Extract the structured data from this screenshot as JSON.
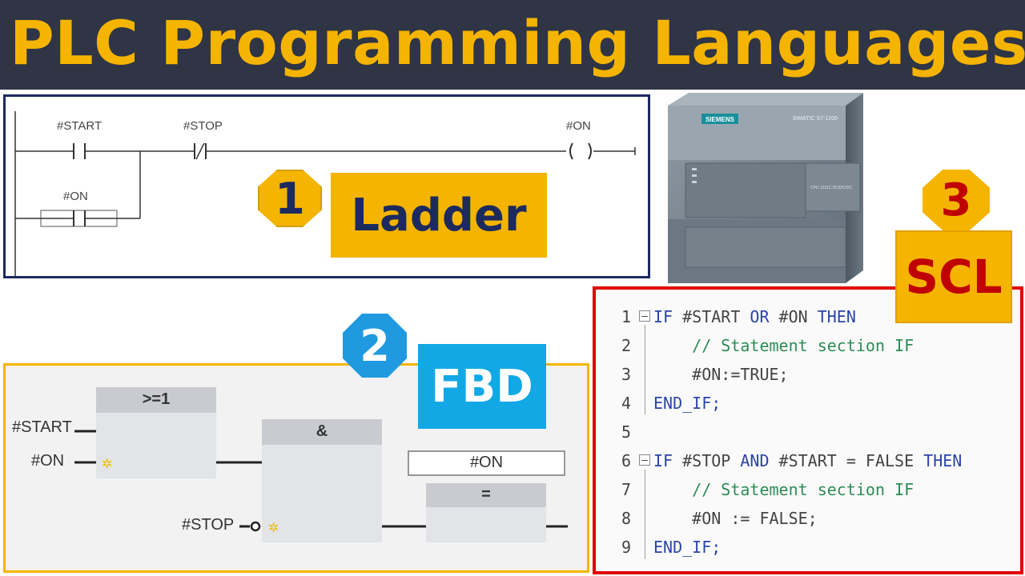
{
  "header": {
    "title": "PLC Programming Languages"
  },
  "ladder": {
    "badge": "1",
    "label": "Ladder",
    "tags": {
      "start": "#START",
      "stop": "#STOP",
      "on_coil": "#ON",
      "on_branch": "#ON"
    }
  },
  "fbd": {
    "badge": "2",
    "label": "FBD",
    "or_block": ">=1",
    "and_block": "&",
    "assign_block": "=",
    "output_tag": "#ON",
    "inputs": {
      "start": "#START",
      "on": "#ON",
      "stop": "#STOP"
    }
  },
  "scl": {
    "badge": "3",
    "label": "SCL",
    "lines": [
      {
        "num": "1",
        "parts": [
          {
            "t": "IF ",
            "c": "kw"
          },
          {
            "t": "#START ",
            "c": "tx"
          },
          {
            "t": "OR ",
            "c": "kw"
          },
          {
            "t": "#ON ",
            "c": "tx"
          },
          {
            "t": "THEN",
            "c": "kw"
          }
        ]
      },
      {
        "num": "2",
        "parts": [
          {
            "t": "    // Statement section IF",
            "c": "cm"
          }
        ]
      },
      {
        "num": "3",
        "parts": [
          {
            "t": "    #ON:=TRUE;",
            "c": "tx"
          }
        ]
      },
      {
        "num": "4",
        "parts": [
          {
            "t": "END_IF;",
            "c": "kw"
          }
        ]
      },
      {
        "num": "5",
        "parts": []
      },
      {
        "num": "6",
        "parts": [
          {
            "t": "IF ",
            "c": "kw"
          },
          {
            "t": "#STOP ",
            "c": "tx"
          },
          {
            "t": "AND ",
            "c": "kw"
          },
          {
            "t": "#START = FALSE ",
            "c": "tx"
          },
          {
            "t": "THEN",
            "c": "kw"
          }
        ]
      },
      {
        "num": "7",
        "parts": [
          {
            "t": "    // Statement section IF",
            "c": "cm"
          }
        ]
      },
      {
        "num": "8",
        "parts": [
          {
            "t": "    #ON := FALSE;",
            "c": "tx"
          }
        ]
      },
      {
        "num": "9",
        "parts": [
          {
            "t": "END_IF;",
            "c": "kw"
          }
        ]
      }
    ]
  },
  "plc": {
    "brand": "SIEMENS",
    "model": "SIMATIC S7-1200",
    "cpu": "CPU 1211C DC/DC/DC"
  },
  "colors": {
    "header_bg": "#2f3545",
    "title": "#f5b400",
    "ladder_border": "#1c2a5e",
    "fbd_border": "#f5b400",
    "scl_border": "#e00000",
    "fbd_label": "#12a8e6"
  }
}
